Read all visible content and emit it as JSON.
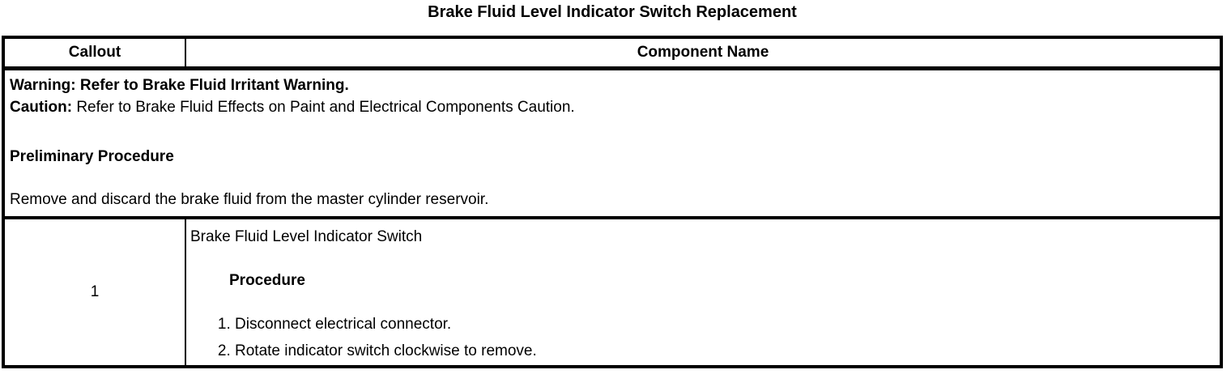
{
  "title": "Brake Fluid Level Indicator Switch Replacement",
  "colors": {
    "text": "#000000",
    "background": "#ffffff",
    "border": "#000000"
  },
  "table": {
    "header": {
      "callout": "Callout",
      "component": "Component Name"
    },
    "notes": {
      "warning_label": "Warning:",
      "warning_text": "Refer to Brake Fluid Irritant Warning.",
      "caution_label": "Caution:",
      "caution_text": "Refer to Brake Fluid Effects on Paint and Electrical Components Caution.",
      "preliminary_heading": "Preliminary Procedure",
      "preliminary_text": "Remove and discard the brake fluid from the master cylinder reservoir."
    },
    "rows": [
      {
        "callout": "1",
        "component": "Brake Fluid Level Indicator Switch",
        "procedure_heading": "Procedure",
        "steps": [
          "Disconnect electrical connector.",
          "Rotate indicator switch clockwise to remove."
        ]
      }
    ]
  }
}
